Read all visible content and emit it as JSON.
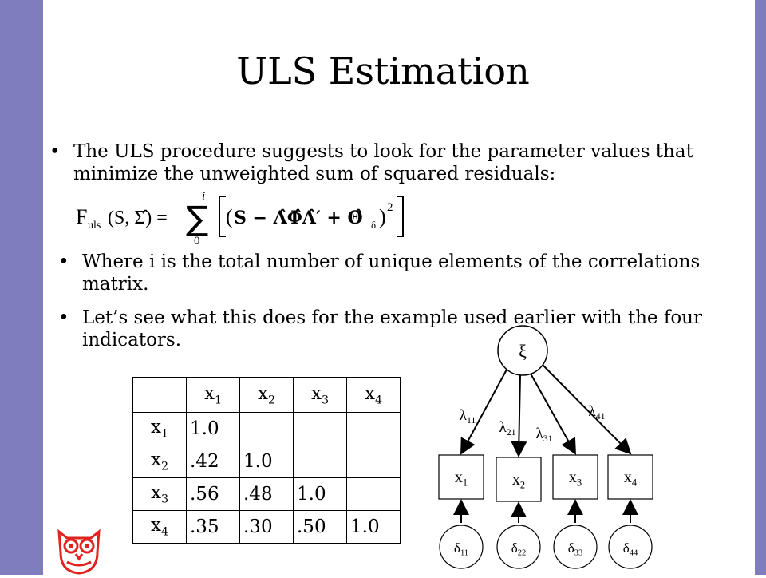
{
  "title": "ULS Estimation",
  "bullets": [
    "The ULS procedure suggests to look for the parameter values that minimize the unweighted sum of squared residuals:",
    "Where i is the total number of unique elements of the correlations matrix.",
    "Let’s see what this does for the example used earlier with the four indicators."
  ],
  "formula": {
    "lhs_F": "F",
    "lhs_sub": "uls",
    "lhs_args": "(S, Σ̂) =",
    "sum_upper": "i",
    "sum_lower": "0",
    "body": "S − Λ̂Φ̂Λ̂′ + Θ̂",
    "theta_sub": "δ",
    "power": "2"
  },
  "table": {
    "header": [
      "",
      "x1",
      "x2",
      "x3",
      "x4"
    ],
    "rows": [
      [
        "x1",
        "1.0",
        "",
        "",
        ""
      ],
      [
        "x2",
        ".42",
        "1.0",
        "",
        ""
      ],
      [
        "x3",
        ".56",
        ".48",
        "1.0",
        ""
      ],
      [
        "x4",
        ".35",
        ".30",
        ".50",
        "1.0"
      ]
    ]
  },
  "diagram": {
    "latent": "ξ",
    "loadings": [
      "λ11",
      "λ21",
      "λ31",
      "λ41"
    ],
    "indicators": [
      "x1",
      "x2",
      "x3",
      "x4"
    ],
    "errors": [
      "δ11",
      "δ22",
      "δ33",
      "δ44"
    ]
  },
  "colors": {
    "sidebar": "#7f7dbd",
    "owl": "#e0231f"
  }
}
